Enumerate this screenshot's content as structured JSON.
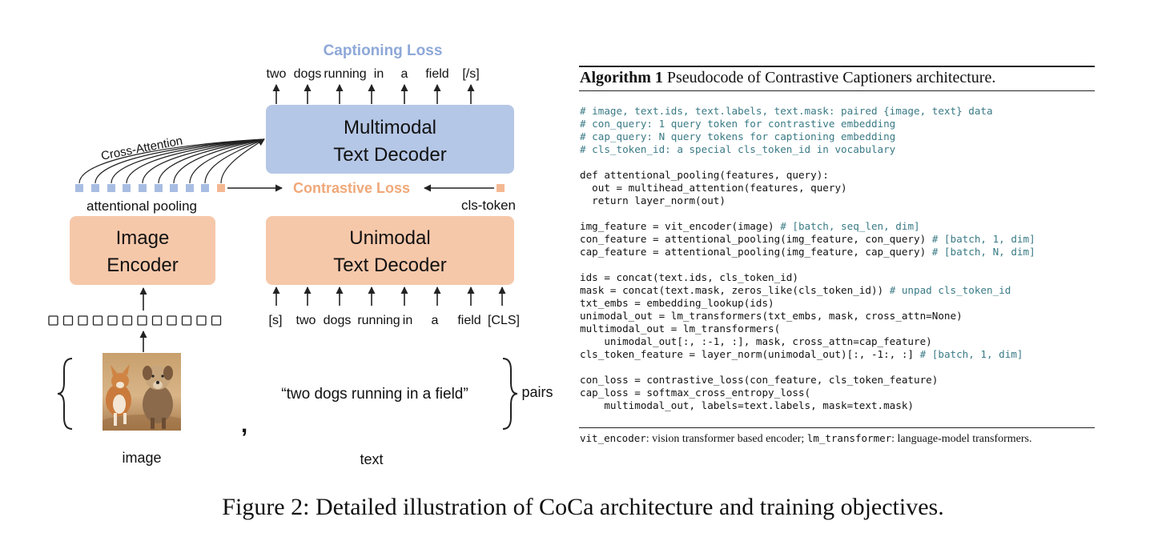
{
  "diagram": {
    "captioning_loss": "Captioning Loss",
    "output_tokens": [
      "two",
      "dogs",
      "running",
      "in",
      "a",
      "field",
      "[/s]"
    ],
    "multimodal_decoder": {
      "line1": "Multimodal",
      "line2": "Text Decoder"
    },
    "cross_attention": "Cross-Attention",
    "contrastive_loss": "Contrastive Loss",
    "attentional_pooling": "attentional pooling",
    "cls_token": "cls-token",
    "image_encoder": {
      "line1": "Image",
      "line2": "Encoder"
    },
    "unimodal_decoder": {
      "line1": "Unimodal",
      "line2": "Text Decoder"
    },
    "input_tokens": [
      "[s]",
      "two",
      "dogs",
      "running",
      "in",
      "a",
      "field",
      "[CLS]"
    ],
    "text_sample": "“two dogs running in a field”",
    "pairs": "pairs",
    "comma": ",",
    "image_label": "image",
    "text_label": "text",
    "colors": {
      "multimodal_box": "#b5c7e6",
      "unimodal_box": "#f6c8aa",
      "captioning_text": "#8ea8d8",
      "contrastive_text": "#f0a878",
      "pool_token": "#a8bde2",
      "cls_token": "#f3b892"
    }
  },
  "algorithm": {
    "title_bold": "Algorithm 1",
    "title_rest": " Pseudocode of Contrastive Captioners architecture.",
    "comments": [
      "# image, text.ids, text.labels, text.mask: paired {image, text} data",
      "# con_query: 1 query token for contrastive embedding",
      "# cap_query: N query tokens for captioning embedding",
      "# cls_token_id: a special cls_token_id in vocabulary"
    ],
    "pool_def": "def attentional_pooling(features, query):",
    "pool_body1": "  out = multihead_attention(features, query)",
    "pool_body2": "  return layer_norm(out)",
    "img_feature": "img_feature = vit_encoder(image) ",
    "img_feature_c": "# [batch, seq_len, dim]",
    "con_feature": "con_feature = attentional_pooling(img_feature, con_query) ",
    "con_feature_c": "# [batch, 1, dim]",
    "cap_feature": "cap_feature = attentional_pooling(img_feature, cap_query) ",
    "cap_feature_c": "# [batch, N, dim]",
    "ids": "ids = concat(text.ids, cls_token_id)",
    "mask": "mask = concat(text.mask, zeros_like(cls_token_id)) ",
    "mask_c": "# unpad cls_token_id",
    "txt_embs": "txt_embs = embedding_lookup(ids)",
    "unimodal": "unimodal_out = lm_transformers(txt_embs, mask, cross_attn=None)",
    "multimodal1": "multimodal_out = lm_transformers(",
    "multimodal2": "    unimodal_out[:, :-1, :], mask, cross_attn=cap_feature)",
    "cls_feature": "cls_token_feature = layer_norm(unimodal_out)[:, -1:, :] ",
    "cls_feature_c": "# [batch, 1, dim]",
    "con_loss": "con_loss = contrastive_loss(con_feature, cls_token_feature)",
    "cap_loss1": "cap_loss = softmax_cross_entropy_loss(",
    "cap_loss2": "    multimodal_out, labels=text.labels, mask=text.mask)",
    "foot_m1": "vit_encoder",
    "foot_t1": ": vision transformer based encoder; ",
    "foot_m2": "lm_transformer",
    "foot_t2": ": language-model transformers."
  },
  "caption": "Figure 2: Detailed illustration of CoCa architecture and training objectives."
}
